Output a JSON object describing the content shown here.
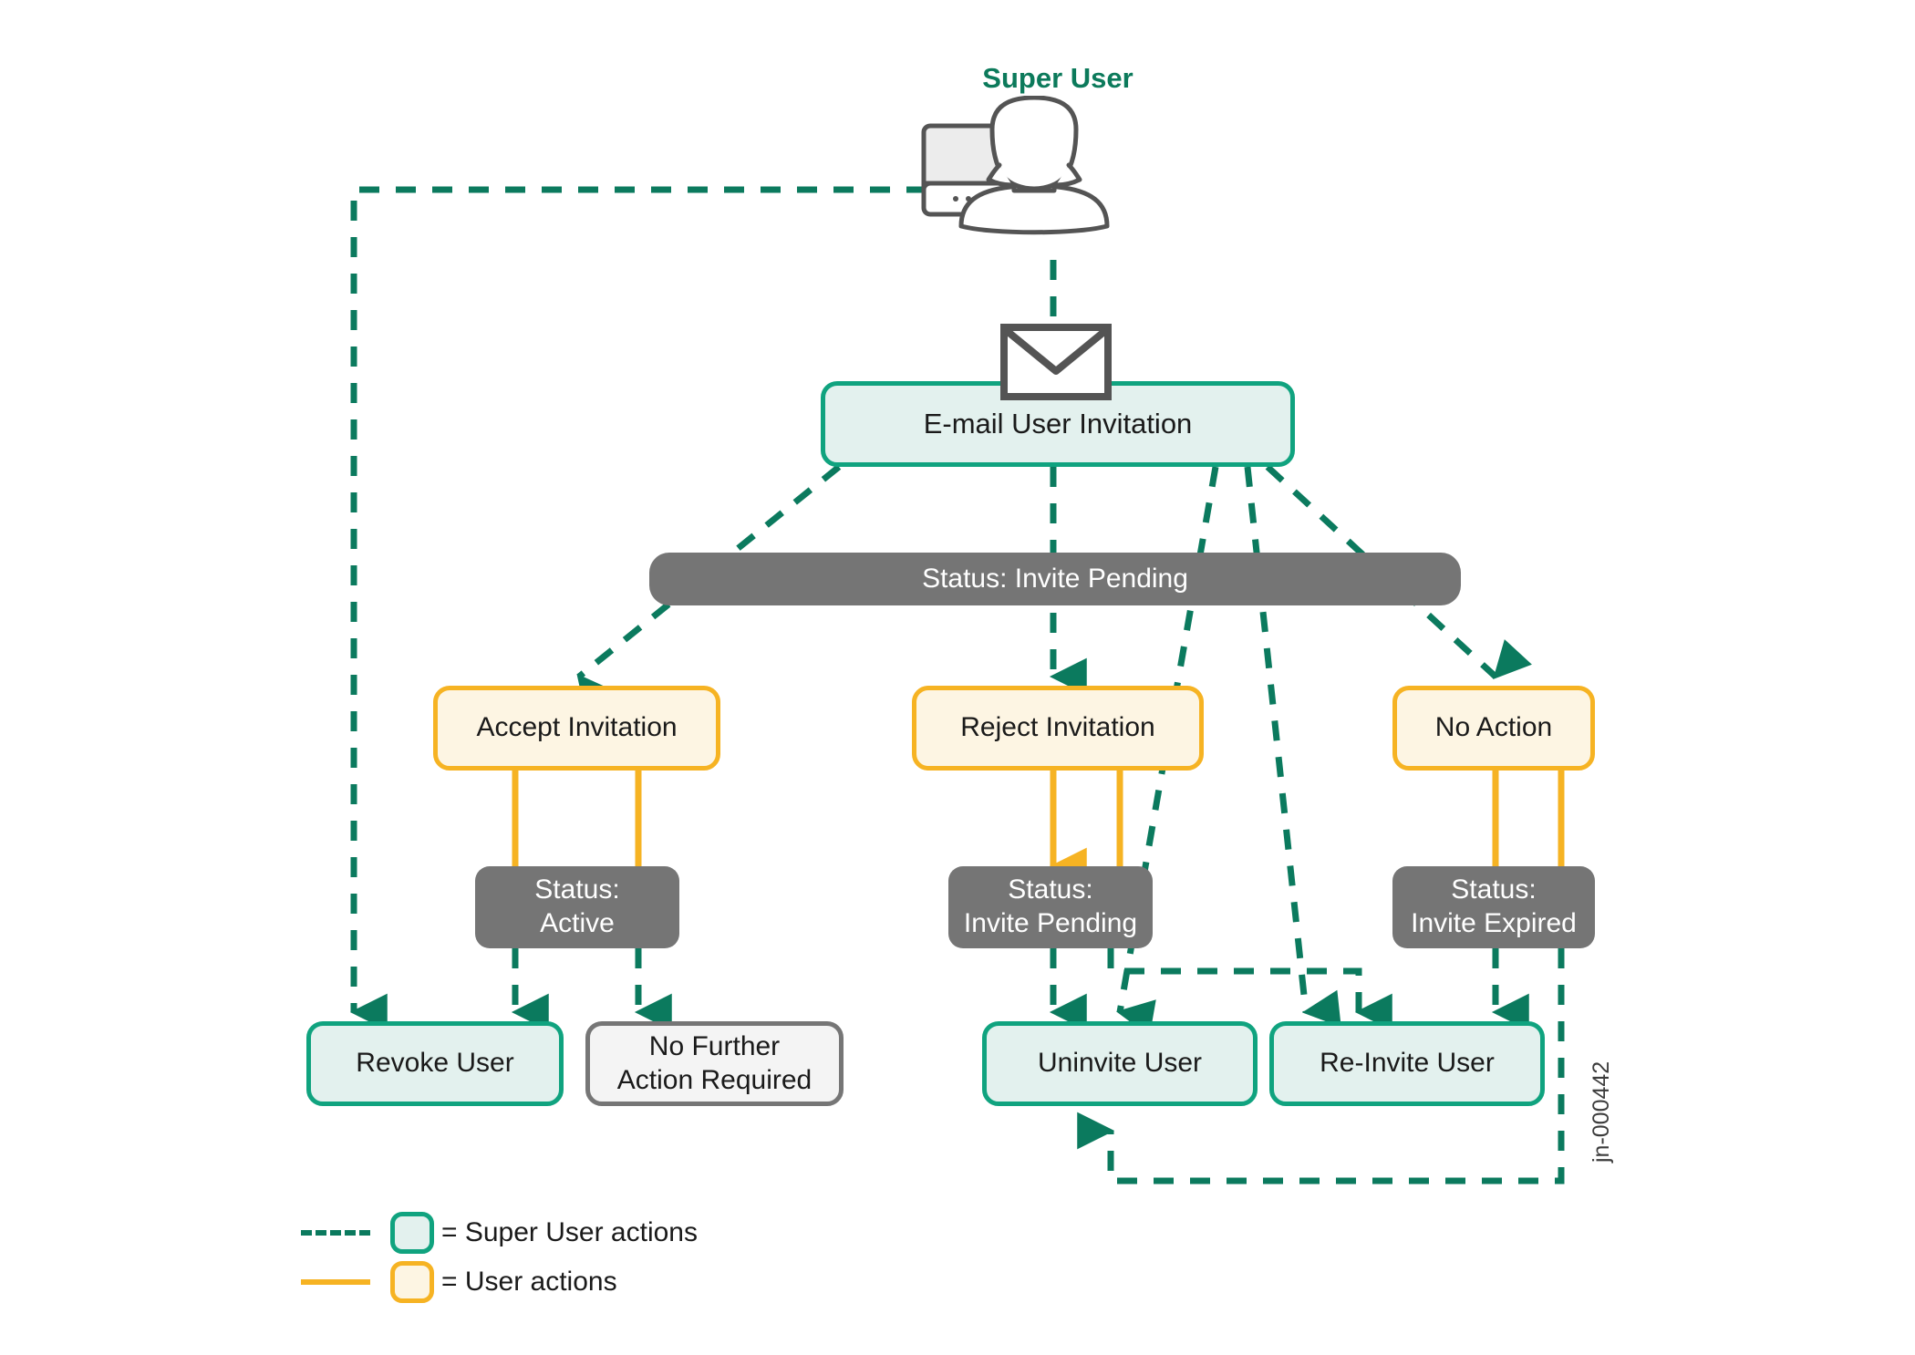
{
  "diagram": {
    "title": "Super User",
    "watermark": "jn-000442",
    "colors": {
      "green": "#10a37f",
      "green_dark": "#0b7a5e",
      "green_fill": "#e3f1ee",
      "yellow": "#f6b323",
      "yellow_fill": "#fdf5e3",
      "grey": "#757575",
      "grey_outline": "#767676",
      "grey_fill": "#f4f4f4"
    },
    "icons": {
      "actor": "super-user-avatar-icon",
      "monitor": "monitor-icon",
      "envelope": "envelope-icon"
    },
    "nodes": {
      "email_invitation": "E-mail User Invitation",
      "status_bar_invite_pending": "Status: Invite Pending",
      "accept_invitation": "Accept Invitation",
      "reject_invitation": "Reject Invitation",
      "no_action": "No Action",
      "status_active_line1": "Status:",
      "status_active_line2": "Active",
      "status_pending_line1": "Status:",
      "status_pending_line2": "Invite Pending",
      "status_expired_line1": "Status:",
      "status_expired_line2": "Invite Expired",
      "revoke_user": "Revoke User",
      "no_further_line1": "No Further",
      "no_further_line2": "Action Required",
      "uninvite_user": "Uninvite User",
      "reinvite_user": "Re-Invite User"
    },
    "legend": [
      {
        "line": "dashed",
        "swatch": "green",
        "label": "= Super User actions"
      },
      {
        "line": "solid",
        "swatch": "yellow",
        "label": "= User actions"
      }
    ]
  }
}
